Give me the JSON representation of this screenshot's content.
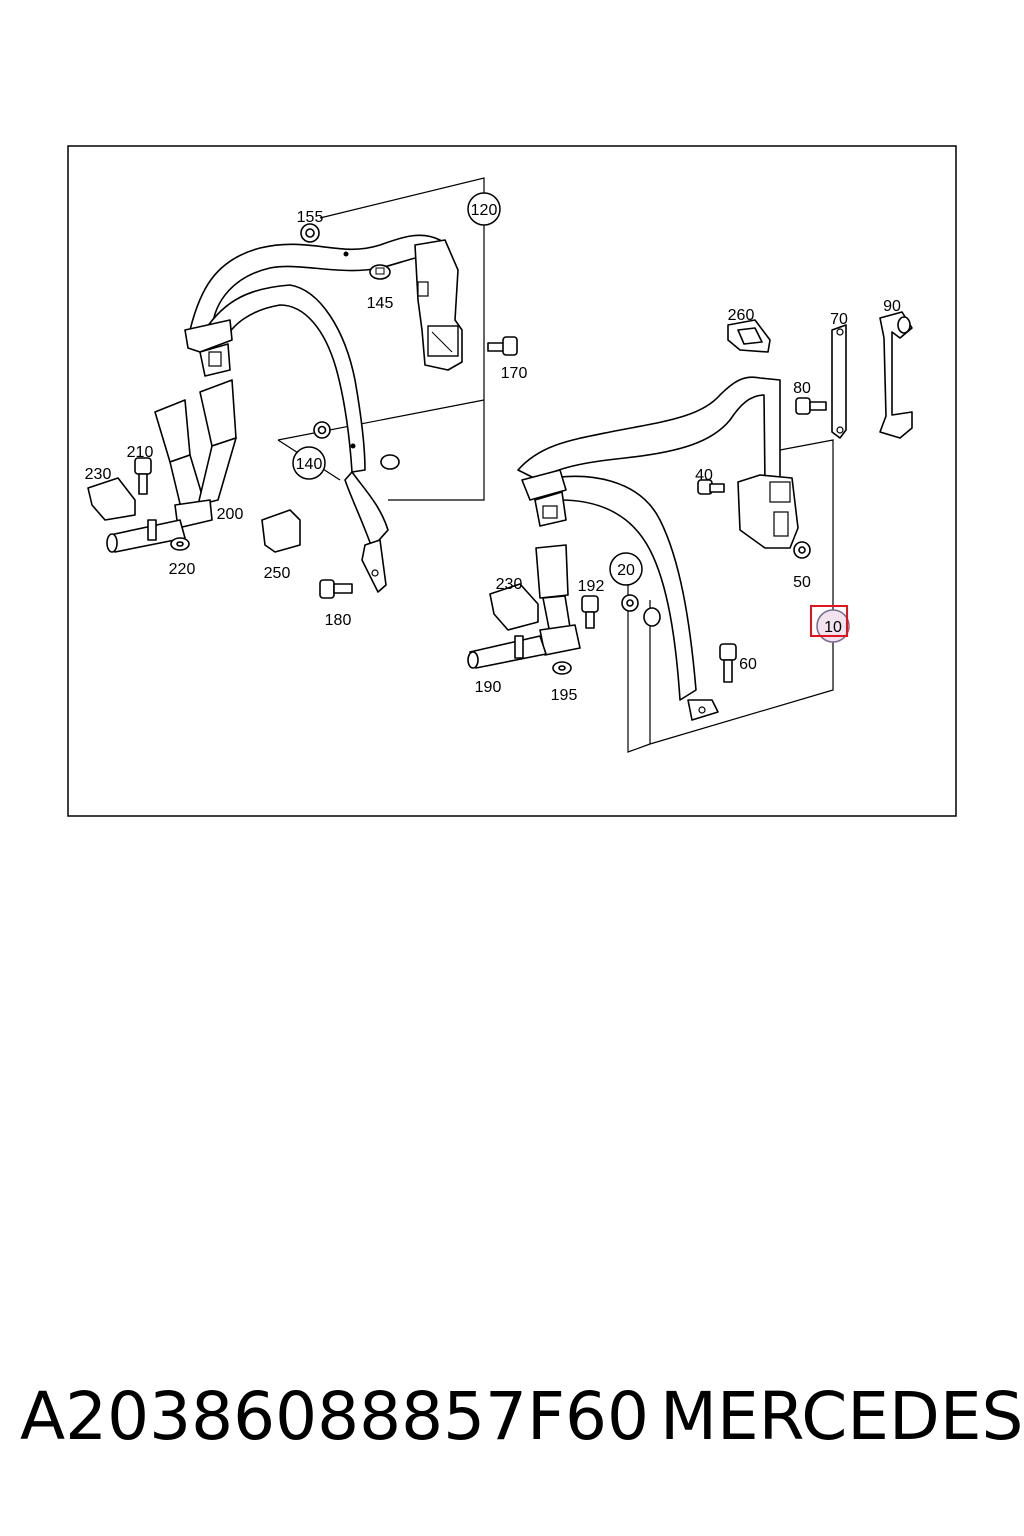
{
  "part_number": "A20386088857F60",
  "brand": "MERCEDES",
  "highlight_color": "#e0141e",
  "callouts": [
    {
      "id": "155",
      "label": "155",
      "circled": false
    },
    {
      "id": "120",
      "label": "120",
      "circled": true
    },
    {
      "id": "145",
      "label": "145",
      "circled": false
    },
    {
      "id": "170",
      "label": "170",
      "circled": false
    },
    {
      "id": "260",
      "label": "260",
      "circled": false
    },
    {
      "id": "70",
      "label": "70",
      "circled": false
    },
    {
      "id": "90",
      "label": "90",
      "circled": false
    },
    {
      "id": "80",
      "label": "80",
      "circled": false
    },
    {
      "id": "210",
      "label": "210",
      "circled": false
    },
    {
      "id": "230a",
      "label": "230",
      "circled": false
    },
    {
      "id": "140",
      "label": "140",
      "circled": true
    },
    {
      "id": "200",
      "label": "200",
      "circled": false
    },
    {
      "id": "40",
      "label": "40",
      "circled": false
    },
    {
      "id": "220",
      "label": "220",
      "circled": false
    },
    {
      "id": "250",
      "label": "250",
      "circled": false
    },
    {
      "id": "50",
      "label": "50",
      "circled": false
    },
    {
      "id": "20",
      "label": "20",
      "circled": true
    },
    {
      "id": "230b",
      "label": "230",
      "circled": false
    },
    {
      "id": "192",
      "label": "192",
      "circled": false
    },
    {
      "id": "180",
      "label": "180",
      "circled": false
    },
    {
      "id": "10",
      "label": "10",
      "circled": true,
      "highlighted": true
    },
    {
      "id": "60",
      "label": "60",
      "circled": false
    },
    {
      "id": "190",
      "label": "190",
      "circled": false
    },
    {
      "id": "195",
      "label": "195",
      "circled": false
    }
  ]
}
